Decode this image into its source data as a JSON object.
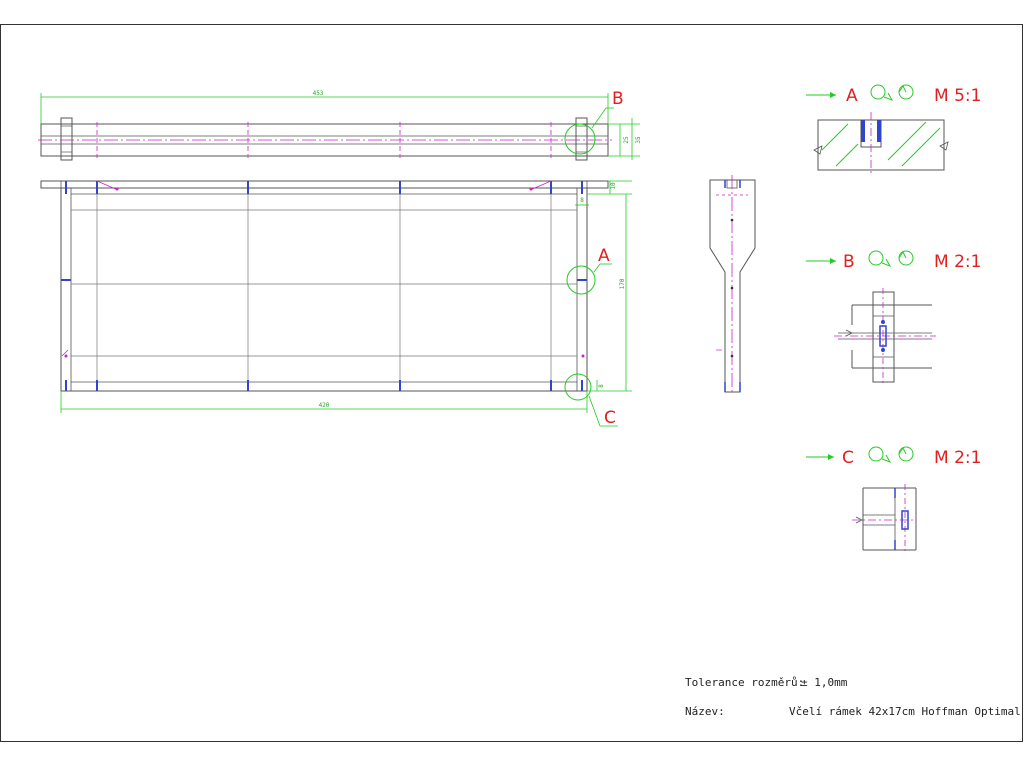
{
  "colors": {
    "outline": "#555555",
    "dimension": "#22cc22",
    "centerline": "#cc22cc",
    "joint": "#3344cc",
    "callout": "#e02020",
    "hatch": "#22cc22"
  },
  "dimensions": {
    "top_length": "453",
    "top_height_a": "25",
    "top_height_b": "35",
    "bottom_length": "420",
    "side_height": "170",
    "side_small_a": "10",
    "side_small_b": "8",
    "side_small_c": "8"
  },
  "callouts": {
    "a": "A",
    "b": "B",
    "c": "C"
  },
  "details": [
    {
      "letter": "A",
      "scale": "M 5:1"
    },
    {
      "letter": "B",
      "scale": "M 2:1"
    },
    {
      "letter": "C",
      "scale": "M 2:1"
    }
  ],
  "title_block": {
    "tolerance_label": "Tolerance rozměrů:",
    "tolerance_value": "± 1,0mm",
    "name_label": "Název:",
    "name_value": "Včelí rámek 42x17cm Hoffman Optimal"
  }
}
